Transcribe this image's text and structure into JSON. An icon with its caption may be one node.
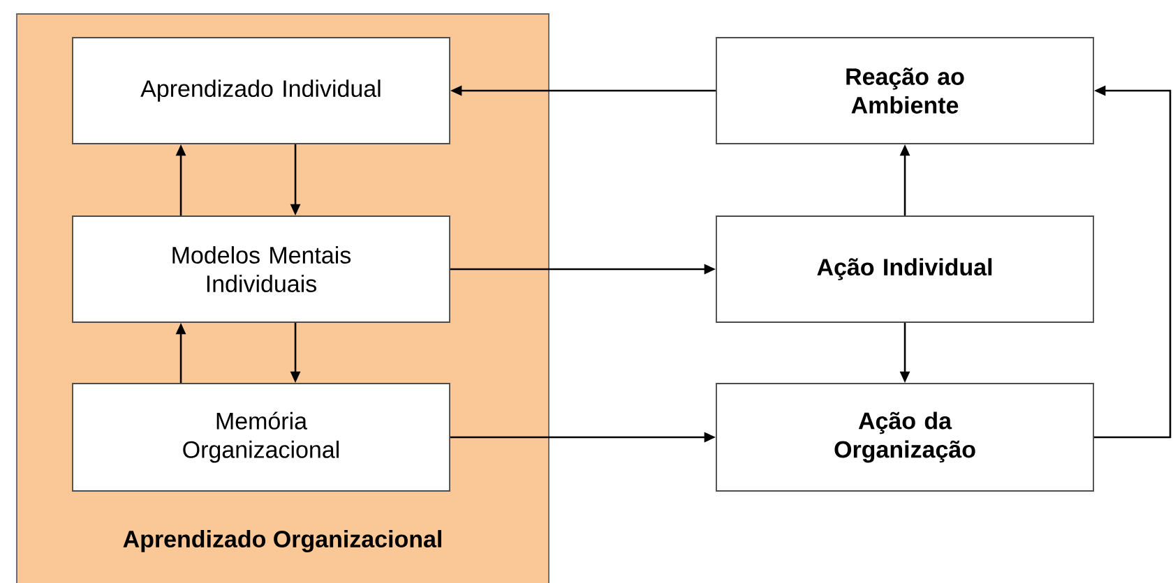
{
  "diagram": {
    "nodes": [
      {
        "text": [
          "Aprendizado Organizacional"
        ]
      },
      {
        "text": [
          "Aprendizado Individual"
        ],
        "in": 0
      },
      {
        "text": [
          "Modelos Mentais Individuais"
        ],
        "in": 0
      },
      {
        "text": [
          "Memória Organizacional"
        ],
        "in": 0
      },
      {
        "text": [
          "Reação ao Ambiente"
        ]
      },
      {
        "text": [
          "Ação Individual"
        ]
      },
      {
        "text": [
          "Ação da Organização"
        ]
      }
    ],
    "edges": [
      {
        "from": 4,
        "to": 1,
        "arrow": "to"
      },
      {
        "from": 2,
        "to": 1,
        "arrow": "to"
      },
      {
        "from": 1,
        "to": 2,
        "arrow": "to"
      },
      {
        "from": 3,
        "to": 2,
        "arrow": "to"
      },
      {
        "from": 2,
        "to": 3,
        "arrow": "to"
      },
      {
        "from": 2,
        "to": 5,
        "arrow": "to"
      },
      {
        "from": 3,
        "to": 6,
        "arrow": "to"
      },
      {
        "from": 5,
        "to": 4,
        "arrow": "to"
      },
      {
        "from": 5,
        "to": 6,
        "arrow": "to"
      },
      {
        "from": 6,
        "to": 4,
        "arrow": "to"
      }
    ]
  }
}
